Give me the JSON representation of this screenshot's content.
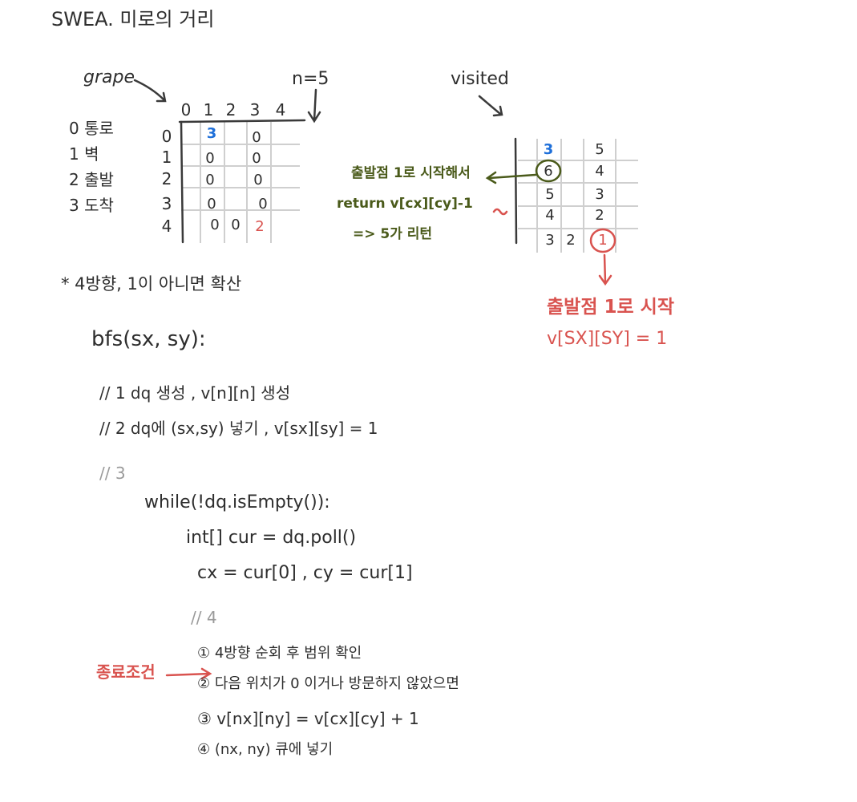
{
  "title": "SWEA. 미로의 거리",
  "graph_panel": {
    "label": "grape",
    "n_label": "n=5",
    "col_headers": [
      "0",
      "1",
      "2",
      "3",
      "4"
    ],
    "row_headers": [
      "0",
      "1",
      "2",
      "3",
      "4"
    ],
    "legend": [
      "0 통로",
      "1 벽",
      "2 출발",
      "3 도착"
    ],
    "cells": {
      "r0c1": "3",
      "r0c3": "0",
      "r1c1": "0",
      "r1c3": "0",
      "r2c1": "0",
      "r2c3": "0",
      "r3c1": "0",
      "r3c3": "0",
      "r4c1": "0",
      "r4c2": "0",
      "r4c3": "2"
    }
  },
  "visited_panel": {
    "label": "visited",
    "cells": {
      "r0c1": "3",
      "r0c3": "5",
      "r1c1": "6",
      "r1c3": "4",
      "r2c1": "5",
      "r2c3": "3",
      "r3c1": "4",
      "r3c3": "2",
      "r4c1": "3",
      "r4c2": "2",
      "r4c3": "1"
    },
    "note_green": [
      "출발점 1로 시작해서",
      "return v[cx][cy]-1",
      "=> 5가 리턴"
    ],
    "note_red": [
      "출발점 1로 시작",
      "v[SX][SY] = 1"
    ]
  },
  "note_bfs": "* 4방향, 1이 아니면 확산",
  "code": {
    "signature": "bfs(sx, sy):",
    "step1": "// 1  dq 생성 ,  v[n][n] 생성",
    "step2": "// 2  dq에 (sx,sy) 넣기 ,  v[sx][sy] = 1",
    "step3": "// 3",
    "while_line": "while(!dq.isEmpty()):",
    "poll_line": "int[] cur = dq.poll()",
    "cx_line": "cx = cur[0] , cy = cur[1]",
    "step4": "// 4",
    "items": [
      "① 4방향 순회 후 범위 확인",
      "② 다음 위치가 0 이거나 방문하지 않았으면",
      "③ v[nx][ny] = v[cx][cy] + 1",
      "④ (nx, ny) 큐에 넣기"
    ],
    "end_condition": "종료조건"
  }
}
